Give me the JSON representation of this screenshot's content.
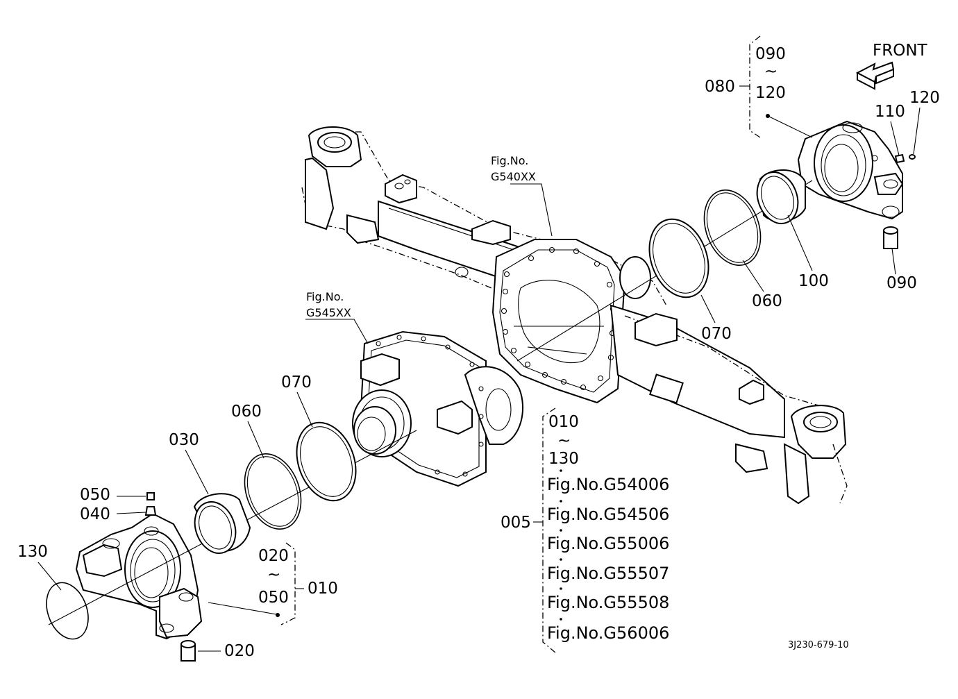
{
  "labels": {
    "top_group": {
      "start": "090",
      "tilde": "~",
      "end": "120",
      "assembly": "080"
    },
    "front_label": "FRONT",
    "part_110": "110",
    "part_120": "120",
    "part_100": "100",
    "part_090": "090",
    "part_060_right": "060",
    "part_070_right": "070",
    "fig_g540": {
      "line1": "Fig.No.",
      "line2": "G540XX"
    },
    "fig_g545": {
      "line1": "Fig.No.",
      "line2": "G545XX"
    },
    "part_070_left": "070",
    "part_060_left": "060",
    "part_030": "030",
    "part_050": "050",
    "part_040": "040",
    "part_130": "130",
    "part_020": "020",
    "left_group": {
      "start": "020",
      "tilde": "~",
      "end": "050",
      "assembly": "010"
    },
    "main_group": {
      "start": "010",
      "tilde": "~",
      "end": "130",
      "assembly": "005",
      "figs": [
        "Fig.No.G54006",
        "Fig.No.G54506",
        "Fig.No.G55006",
        "Fig.No.G55507",
        "Fig.No.G55508",
        "Fig.No.G56006"
      ]
    },
    "drawing_code": "3J230-679-10"
  }
}
